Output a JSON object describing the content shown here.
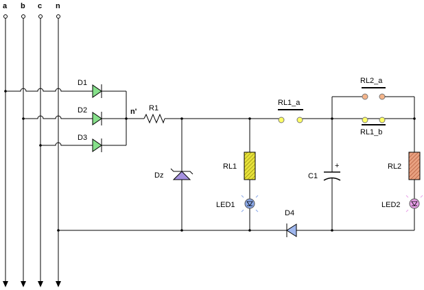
{
  "diagram": {
    "phase_labels": [
      "a",
      "b",
      "c",
      "n"
    ],
    "node_label": "n'",
    "components": {
      "d1": "D1",
      "d2": "D2",
      "d3": "D3",
      "r1": "R1",
      "dz": "Dz",
      "rl1": "RL1",
      "led1": "LED1",
      "rl1a": "RL1_a",
      "d4": "D4",
      "c1": "C1",
      "c1_polarity": "+",
      "rl2a": "RL2_a",
      "rl1b": "RL1_b",
      "rl2": "RL2",
      "led2": "LED2"
    },
    "colors": {
      "diode": "#86e08a",
      "zener": "#a591e0",
      "d4": "#9fb7ee",
      "relay1": "#e6e23a",
      "relay2": "#e0a080",
      "led1": "#8aa8e8",
      "led2": "#e8a0e8",
      "contact_open_yellow": "#ffff66",
      "contact_orange": "#f4b48a"
    }
  }
}
